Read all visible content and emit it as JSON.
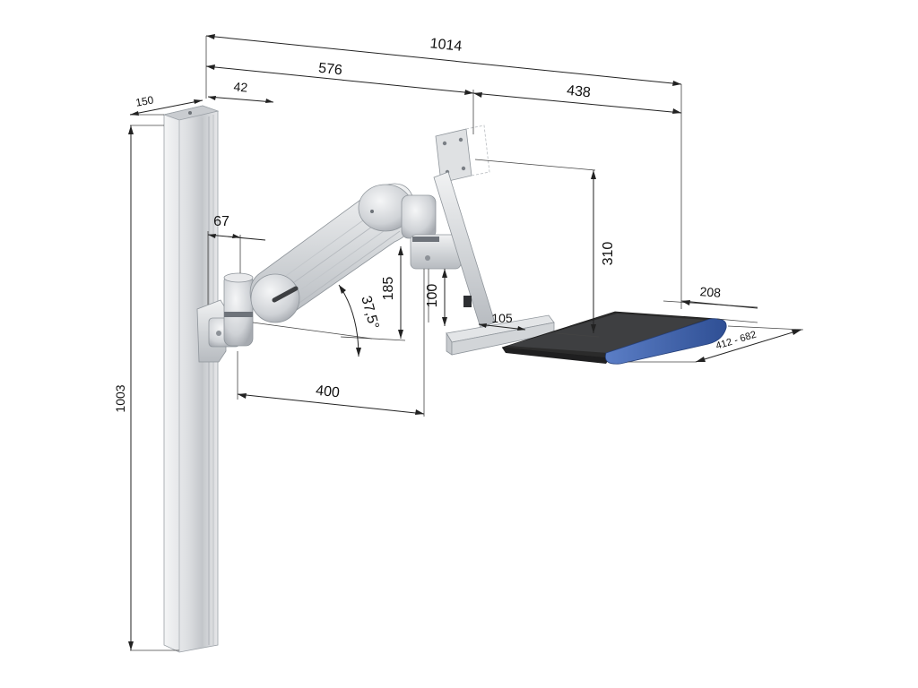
{
  "dimensions": {
    "overall_width": "1014",
    "arm_reach": "576",
    "tray_reach": "438",
    "column_depth": "150",
    "column_offset": "42",
    "bracket_offset": "67",
    "arm_rise": "185",
    "arm_angle": "37,5°",
    "arm_length": "400",
    "pivot_height": "100",
    "tray_height": "310",
    "tray_offset": "105",
    "tray_width": "208",
    "tray_length": "412 - 682",
    "column_height": "1003"
  },
  "colors": {
    "aluminium": "#d9dbde",
    "aluminium_dark": "#a9adb2",
    "tray_black": "#2b2b2b",
    "wrist_rest_blue": "#3a5eaa"
  }
}
